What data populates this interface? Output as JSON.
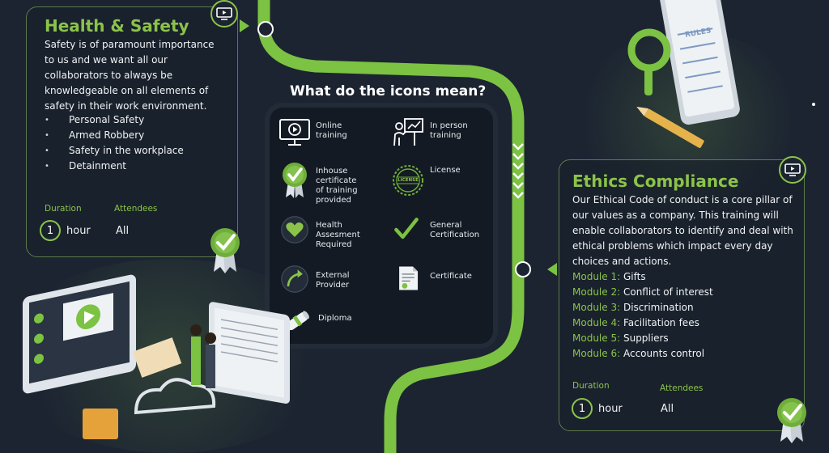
{
  "health_safety": {
    "title": "Health & Safety",
    "description": "Safety is of paramount importance to us and we want all our collaborators to always be knowledgeable on all elements of safety in their work environment.",
    "topics": [
      "Personal Safety",
      "Armed Robbery",
      "Safety in the workplace",
      "Detainment"
    ],
    "duration_label": "Duration",
    "duration_value": "1",
    "duration_unit": "hour",
    "attendees_label": "Attendees",
    "attendees_value": "All"
  },
  "legend": {
    "title": "What do the icons mean?",
    "items": [
      {
        "label": "Online training",
        "icon": "monitor-play-icon"
      },
      {
        "label": "In person training",
        "icon": "presenter-icon"
      },
      {
        "label": "Inhouse certificate of training provided",
        "icon": "award-ribbon-icon"
      },
      {
        "label": "License",
        "icon": "license-stamp-icon"
      },
      {
        "label": "Health Assesment Required",
        "icon": "heart-icon"
      },
      {
        "label": "General Certification",
        "icon": "checkmark-icon"
      },
      {
        "label": "External Provider",
        "icon": "external-arrow-icon"
      },
      {
        "label": "Certificate",
        "icon": "certificate-document-icon"
      },
      {
        "label": "Diploma",
        "icon": "diploma-scroll-icon"
      }
    ]
  },
  "ethics": {
    "title": "Ethics Compliance",
    "description": "Our Ethical Code of conduct is a core pillar of our values as a company. This training will enable collaborators to identify and deal with ethical problems which impact every day choices and actions.",
    "modules": [
      {
        "key": "Module 1:",
        "value": "Gifts"
      },
      {
        "key": "Module 2:",
        "value": "Conflict of interest"
      },
      {
        "key": "Module 3:",
        "value": "Discrimination"
      },
      {
        "key": "Module 4:",
        "value": "Facilitation fees"
      },
      {
        "key": "Module 5:",
        "value": "Suppliers"
      },
      {
        "key": "Module 6:",
        "value": "Accounts control"
      }
    ],
    "duration_label": "Duration",
    "duration_value": "1",
    "duration_unit": "hour",
    "attendees_label": "Attendees",
    "attendees_value": "All"
  },
  "decor": {
    "rules_sign": "RULES",
    "license_seal": "LICENSE"
  },
  "colors": {
    "background": "#1c2431",
    "accent_green": "#8bc34a",
    "path_green": "#7cc243",
    "panel": "#141a23"
  }
}
